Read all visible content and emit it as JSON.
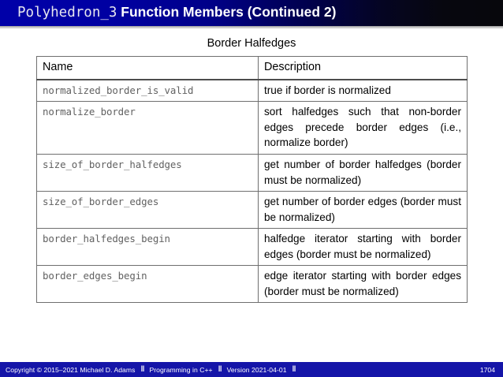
{
  "slide": {
    "title": {
      "mono_part": "Polyhedron_3",
      "rest_part": " Function Members (Continued 2)"
    },
    "caption": "Border Halfedges"
  },
  "table": {
    "headers": [
      "Name",
      "Description"
    ],
    "rows": [
      {
        "name": "normalized_border_is_valid",
        "description": "true if border is normalized"
      },
      {
        "name": "normalize_border",
        "description": "sort halfedges such that non-border edges precede border edges (i.e., normalize border)"
      },
      {
        "name": "size_of_border_halfedges",
        "description": "get number of border halfedges (border must be normalized)"
      },
      {
        "name": "size_of_border_edges",
        "description": "get number of border edges (border must be normalized)"
      },
      {
        "name": "border_halfedges_begin",
        "description": "halfedge iterator starting with border edges (border must be normalized)"
      },
      {
        "name": "border_edges_begin",
        "description": "edge iterator starting with border edges (border must be normalized)"
      }
    ]
  },
  "footer": {
    "copyright": "Copyright © 2015–2021 Michael D. Adams",
    "course": "Programming in C++",
    "version": "Version 2021-04-01",
    "separator": "‖",
    "page_number": "1704"
  },
  "colors": {
    "title_blue": "#0000a8",
    "title_dark": "#07070c",
    "footer_blue": "#1515a8",
    "table_border": "#6f6f6f",
    "name_text": "#616161"
  }
}
